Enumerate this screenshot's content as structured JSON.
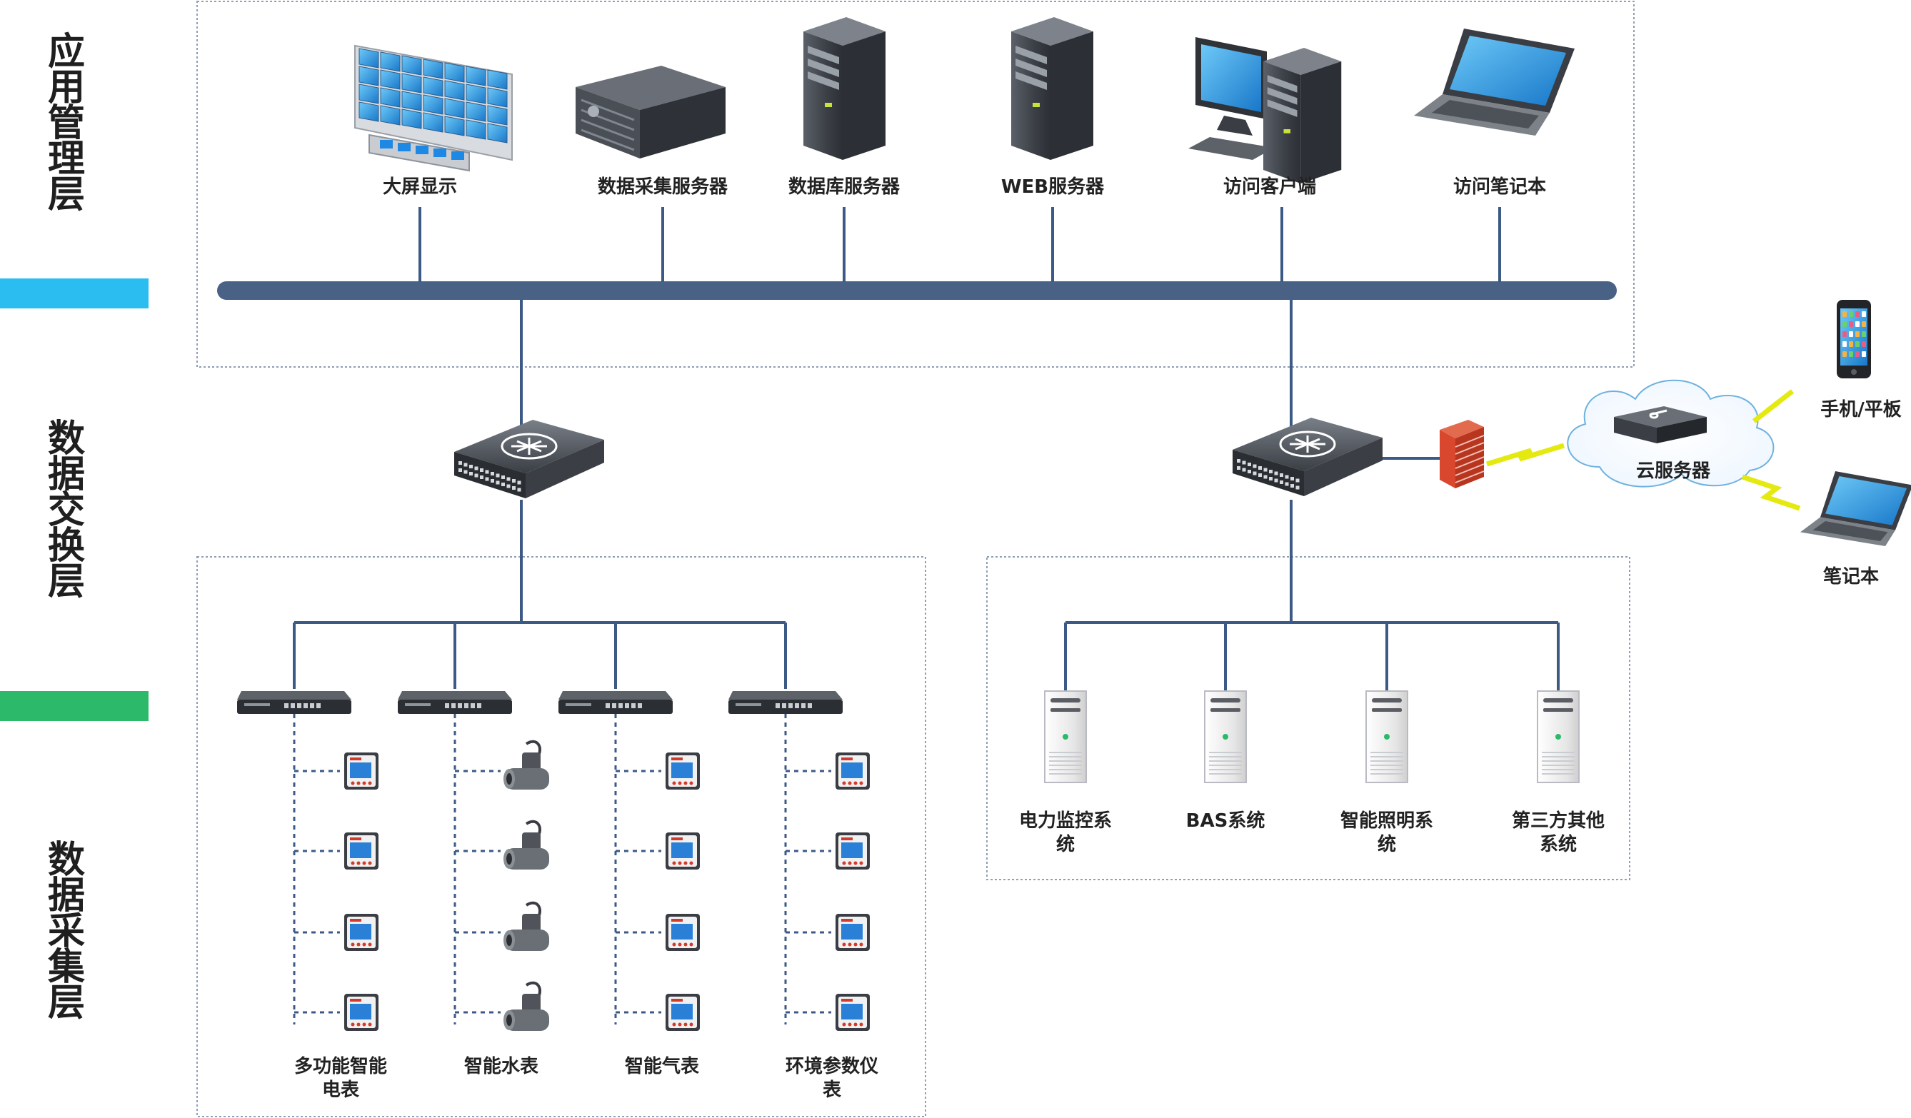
{
  "layers": {
    "app": "应用管理层",
    "exchange": "数据交换层",
    "collect": "数据采集层",
    "colors": {
      "exchange_bar": "#2bbcf0",
      "collect_bar": "#2db96a"
    }
  },
  "app_devices": [
    {
      "id": "video-wall",
      "label": "大屏显示",
      "icon": "video-wall-icon"
    },
    {
      "id": "collector-server",
      "label": "数据采集服务器",
      "icon": "rack-server-icon"
    },
    {
      "id": "db-server",
      "label": "数据库服务器",
      "icon": "tower-server-icon"
    },
    {
      "id": "web-server",
      "label": "WEB服务器",
      "icon": "tower-server-icon"
    },
    {
      "id": "client-pc",
      "label": "访问客户端",
      "icon": "desktop-pc-icon"
    },
    {
      "id": "client-laptop",
      "label": "访问笔记本",
      "icon": "laptop-icon"
    }
  ],
  "remote": {
    "cloud_label": "云服务器",
    "phone_label": "手机/平板",
    "laptop_label": "笔记本"
  },
  "meter_groups": [
    {
      "label": "多功能智能电表",
      "device": "multi-function-meter-icon"
    },
    {
      "label": "智能水表",
      "device": "water-meter-icon"
    },
    {
      "label": "智能气表",
      "device": "gas-meter-icon"
    },
    {
      "label": "环境参数仪表",
      "device": "environment-meter-icon"
    }
  ],
  "systems": [
    {
      "label": "电力监控系统"
    },
    {
      "label": "BAS系统"
    },
    {
      "label": "智能照明系统"
    },
    {
      "label": "第三方其他系统"
    }
  ],
  "colors": {
    "line": "#3c5a85",
    "bus": "#4a6186",
    "box_border": "#8f9fb4",
    "firewall": "#d9472e",
    "bolt": "#e4e90f"
  }
}
